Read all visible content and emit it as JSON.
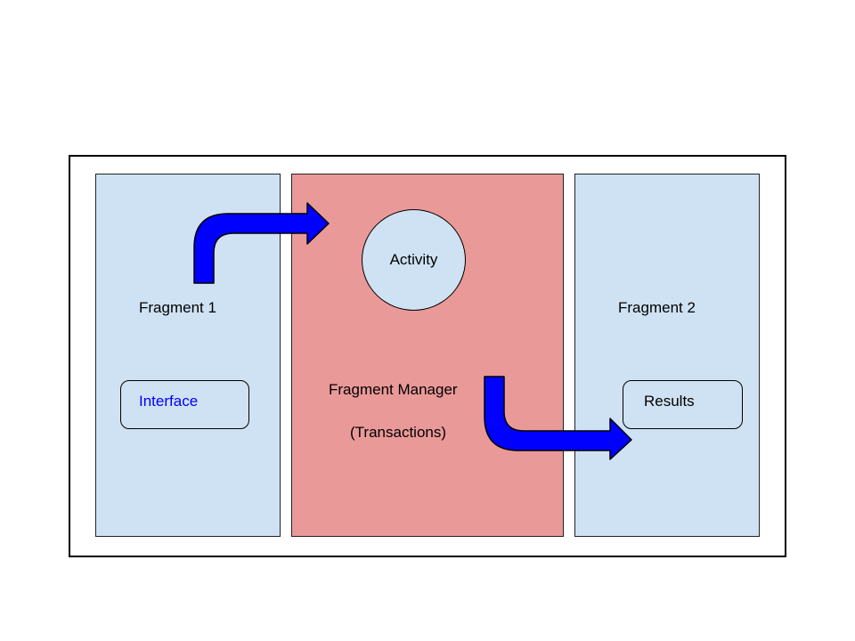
{
  "fragment1": {
    "title": "Fragment 1",
    "interface_label": "Interface"
  },
  "manager": {
    "activity_label": "Activity",
    "title": "Fragment Manager",
    "subtitle": "(Transactions)"
  },
  "fragment2": {
    "title": "Fragment 2",
    "results_label": "Results"
  },
  "colors": {
    "fragment_fill": "#cfe2f3",
    "manager_fill": "#ea9999",
    "arrow_fill": "#0000ff",
    "interface_text": "#0000ff"
  }
}
